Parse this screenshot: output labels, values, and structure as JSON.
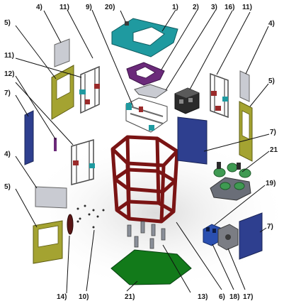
{
  "labels": {
    "l20": "20)",
    "l1": "1)",
    "l2": "2)",
    "l3": "3)",
    "l16": "16)",
    "l11a": "11)",
    "l9": "9)",
    "l11b": "11)",
    "l4a": "4)",
    "l5a": "5)",
    "l11c": "11)",
    "l12": "12)",
    "l7a": "7)",
    "l4b": "4)",
    "l5b": "5)",
    "l4c": "4)",
    "l5c": "5)",
    "l7b": "7)",
    "l21a": "21",
    "l19": "19)",
    "l7c": "7)",
    "l14": "14)",
    "l10": "10)",
    "l21b": "21)",
    "l13": "13)",
    "l6": "6)",
    "l18": "18)",
    "l17": "17)"
  },
  "colors": {
    "teal_plate": "#1f9aa0",
    "purple_frame": "#6b2a7a",
    "olive_panel": "#a4a331",
    "navy_panel": "#2e3f8f",
    "gray_panel": "#c9cbd2",
    "frame_red": "#7a1414",
    "base_green": "#127a1a",
    "motor_dark": "#2b2b2b",
    "servo_green": "#3f9a52",
    "block_blue": "#2a4fb0"
  }
}
